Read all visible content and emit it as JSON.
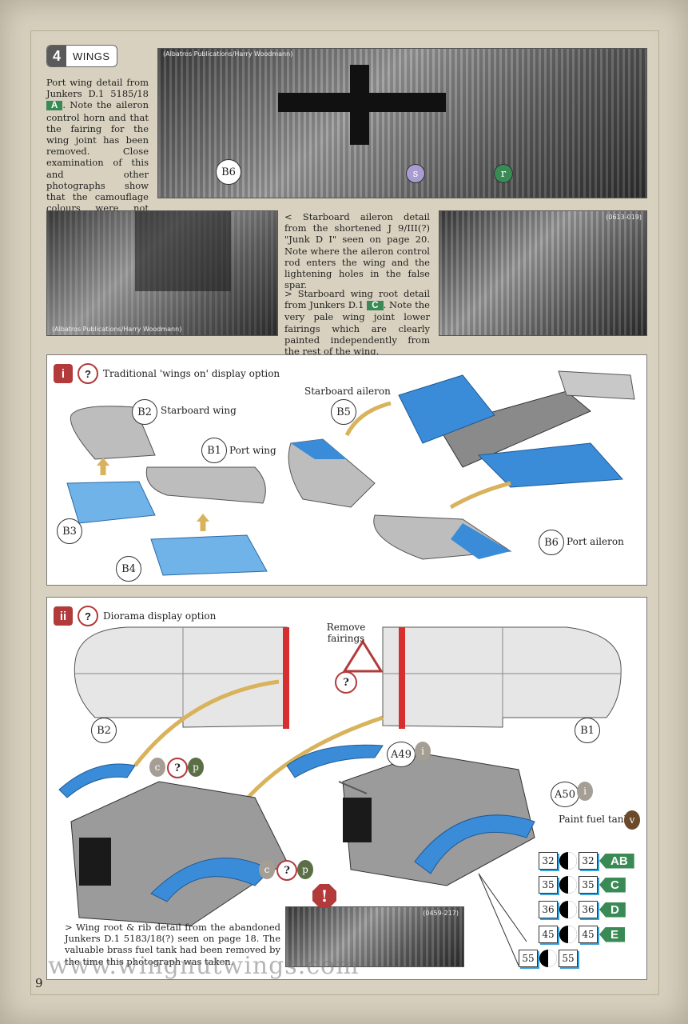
{
  "section": {
    "number": "4",
    "title": "WINGS"
  },
  "photo1": {
    "credit": "(Albatros Publications/Harry Woodmann)",
    "callouts": [
      "B6",
      "s",
      "r"
    ]
  },
  "text1": {
    "part1": "Port wing detail from Junkers D.1 5185/18",
    "code": "A",
    "part2": ". Note the aileron control horn and that the fairing for the wing joint has been removed. Close examination of this and other photographs show that the camouflage colours were not sprayed on."
  },
  "photo2": {
    "credit": "(Albatros Publications/Harry Woodmann)"
  },
  "text2": {
    "starboard_aileron": "< Starboard aileron detail from the shortened J 9/III(?) \"Junk D I\" seen on page 20. Note where the aileron control rod enters the wing and the lightening holes in the false spar.",
    "wing_root_part1": "> Starboard wing root detail from Junkers D.1",
    "wing_root_code": "C",
    "wing_root_part2": ". Note the very pale wing joint lower fairings which are clearly painted independently from the rest of the wing."
  },
  "photo3": {
    "credit": "(0613-019)"
  },
  "option1": {
    "numeral": "i",
    "title": "Traditional 'wings on' display option",
    "labels": {
      "b2": "B2",
      "b2_text": "Starboard wing",
      "b1": "B1",
      "b1_text": "Port wing",
      "b3": "B3",
      "b4": "B4",
      "b5": "B5",
      "b5_text": "Starboard aileron",
      "b6": "B6",
      "b6_text": "Port aileron"
    }
  },
  "option2": {
    "numeral": "ii",
    "title": "Diorama display option",
    "remove": "Remove fairings",
    "labels": {
      "b2": "B2",
      "b1": "B1",
      "a49": "A49",
      "a49_paint": "i",
      "a50": "A50",
      "a50_paint": "i",
      "paint_c": "c",
      "paint_p": "p"
    },
    "fuel_tank": "Paint fuel tank",
    "fuel_paint": "v"
  },
  "legend": [
    {
      "a": "32",
      "b": "32",
      "code": "AB"
    },
    {
      "a": "35",
      "b": "35",
      "code": "C"
    },
    {
      "a": "36",
      "b": "36",
      "code": "D"
    },
    {
      "a": "45",
      "b": "45",
      "code": "E"
    },
    {
      "a": "55",
      "b": "55",
      "code": ""
    }
  ],
  "photo4": {
    "credit": "(0459-217)"
  },
  "text3": "> Wing root & rib detail from the abandoned Junkers D.1 5183/18(?) seen on page 18. The valuable brass fuel tank had been removed by the time this photograph was taken.",
  "page_number": "9",
  "watermark": "www.wingnutwings.com",
  "colors": {
    "accent_red": "#b23a3a",
    "accent_green": "#3a8a55",
    "part_blue": "#3a8cd8"
  }
}
